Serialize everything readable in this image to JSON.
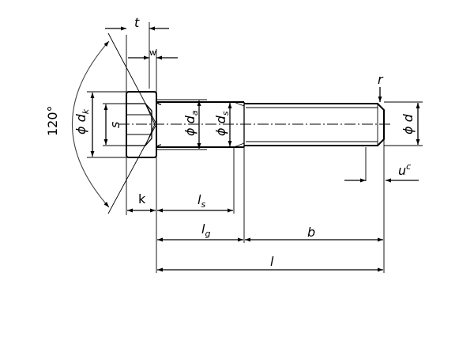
{
  "labels": {
    "angle": "120°",
    "t": "t",
    "w": "w",
    "r": "r",
    "d_k": "ϕ d",
    "d_k_sub": "k",
    "s": "s",
    "d_a": "ϕ d",
    "d_a_sub": "a",
    "d_s": "ϕ d",
    "d_s_sub": "s",
    "d": "ϕ d",
    "u": "u",
    "u_sup": "c",
    "k": "k",
    "l_s": "l",
    "l_s_sub": "s",
    "l_g": "l",
    "l_g_sub": "g",
    "b": "b",
    "l": "l"
  }
}
